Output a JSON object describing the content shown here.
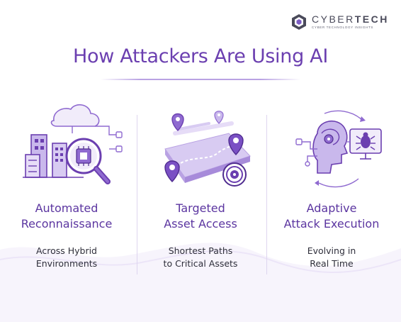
{
  "brand": {
    "name_prefix": "CYBER",
    "name_suffix": "TECH",
    "tagline": "CYBER TECHNOLOGY INSIGHTS"
  },
  "title": "How Attackers Are Using AI",
  "columns": [
    {
      "heading_line1": "Automated",
      "heading_line2": "Reconnaissance",
      "sub_line1": "Across Hybrid",
      "sub_line2": "Environments",
      "icon": "cloud-servers-magnifier-icon"
    },
    {
      "heading_line1": "Targeted",
      "heading_line2": "Asset Access",
      "sub_line1": "Shortest Paths",
      "sub_line2": "to Critical Assets",
      "icon": "map-pins-target-icon"
    },
    {
      "heading_line1": "Adaptive",
      "heading_line2": "Attack Execution",
      "sub_line1": "Evolving in",
      "sub_line2": "Real Time",
      "icon": "ai-head-bug-monitor-icon"
    }
  ],
  "colors": {
    "accent": "#6b3fb0",
    "heading": "#5b35a0",
    "light_purple": "#c9b8ec",
    "mid_purple": "#8f6ad0",
    "body_text": "#2e2e3a"
  }
}
